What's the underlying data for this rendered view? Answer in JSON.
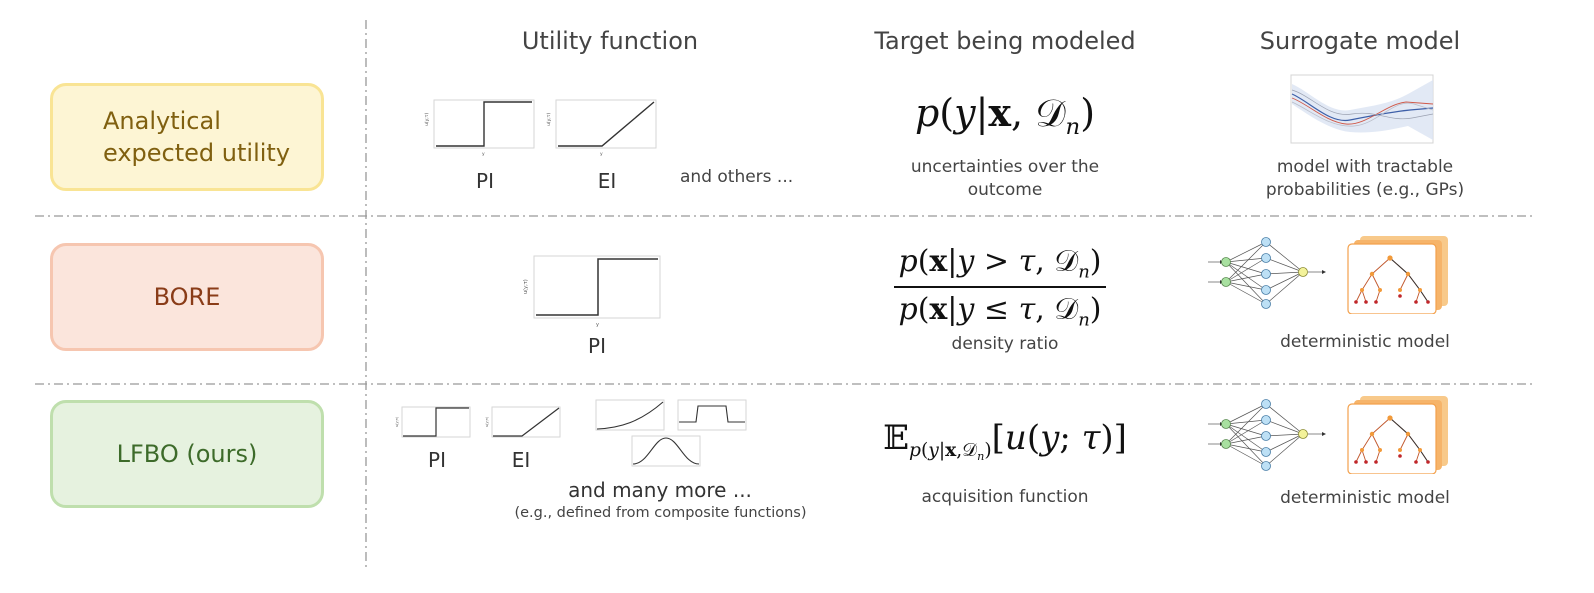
{
  "headers": {
    "utility": "Utility function",
    "target": "Target being modeled",
    "surrogate": "Surrogate model"
  },
  "rows": {
    "analytical": {
      "label_line1": "Analytical",
      "label_line2": "expected utility",
      "util_labels": [
        "PI",
        "EI"
      ],
      "util_extra": "and others ...",
      "target_caption_line1": "uncertainties over the",
      "target_caption_line2": "outcome",
      "surrogate_caption_line1": "model with tractable",
      "surrogate_caption_line2": "probabilities (e.g., GPs)"
    },
    "bore": {
      "label": "BORE",
      "util_labels": [
        "PI"
      ],
      "target_caption": "density ratio",
      "surrogate_caption": "deterministic model"
    },
    "lfbo": {
      "label": "LFBO (ours)",
      "util_labels": [
        "PI",
        "EI"
      ],
      "util_extra": "and many more ...",
      "util_extra_sub": "(e.g., defined from composite functions)",
      "target_caption": "acquisition function",
      "surrogate_caption": "deterministic model"
    }
  },
  "colors": {
    "analytical_fill": "#fdf5d4",
    "analytical_border": "#f9e494",
    "analytical_text": "#806010",
    "bore_fill": "#fbe5dc",
    "bore_border": "#f6c6b0",
    "bore_text": "#8a3c18",
    "lfbo_fill": "#e6f2df",
    "lfbo_border": "#bfdfad",
    "lfbo_text": "#3d6b2a"
  }
}
